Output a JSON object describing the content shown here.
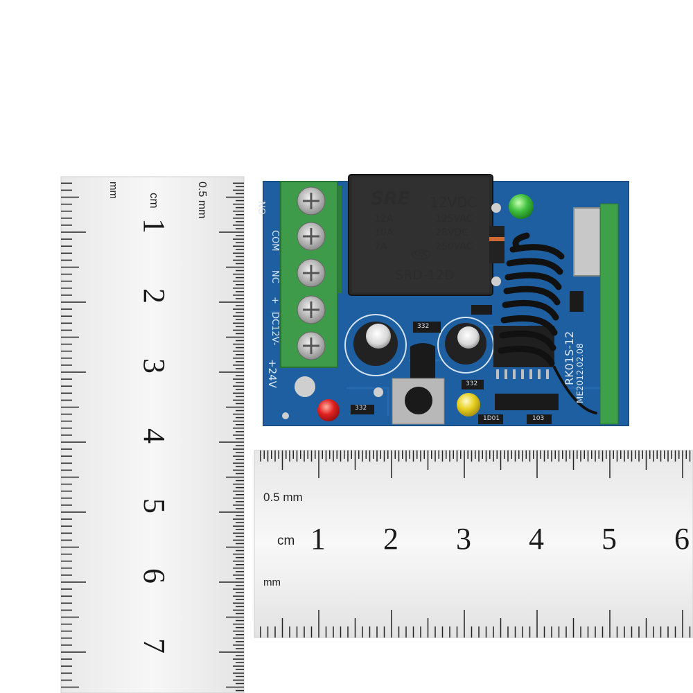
{
  "board": {
    "terminal_labels": [
      "NO",
      "COM",
      "NC",
      "+",
      "DC12V-",
      "+24V"
    ],
    "relay": {
      "brand": "SRE",
      "voltage": "12VDC",
      "ratings_left": [
        "12A",
        "10A",
        "7A"
      ],
      "ratings_right": [
        "125VAC",
        "28VDC",
        "250VAC"
      ],
      "model": "SRD-12D",
      "cert": "CQC"
    },
    "module_label": "RK01S-12",
    "date_label": "ME2012.02.08",
    "smd_codes": [
      "332",
      "332",
      "332",
      "1D01",
      "103"
    ]
  },
  "ruler_vertical": {
    "mm_label": "mm",
    "cm_label": "cm",
    "half_mm_label": "0.5 mm",
    "numbers": [
      "1",
      "2",
      "3",
      "4",
      "5",
      "6",
      "7"
    ]
  },
  "ruler_horizontal": {
    "half_mm_label": "0.5 mm",
    "cm_label": "cm",
    "mm_label": "mm",
    "numbers": [
      "1",
      "2",
      "3",
      "4",
      "5",
      "6"
    ]
  },
  "colors": {
    "pcb": "#1d5fa0",
    "terminal": "#3d9b4a",
    "relay": "#2a2a2a",
    "led_red": "#e02020",
    "led_green": "#40c040",
    "led_yellow": "#e8d020",
    "ruler": "#f4f4f4"
  }
}
